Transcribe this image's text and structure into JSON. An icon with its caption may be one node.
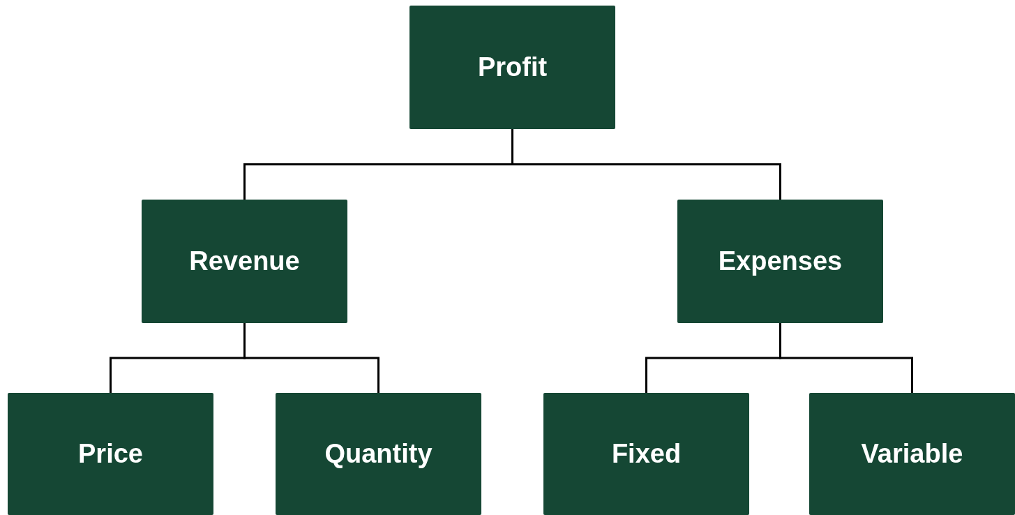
{
  "diagram": {
    "nodes": [
      {
        "text": [
          "Profit"
        ]
      },
      {
        "text": [
          "Revenue"
        ]
      },
      {
        "text": [
          "Expenses"
        ]
      },
      {
        "text": [
          "Price"
        ]
      },
      {
        "text": [
          "Quantity"
        ]
      },
      {
        "text": [
          "Fixed"
        ]
      },
      {
        "text": [
          "Variable"
        ]
      }
    ],
    "edges": [
      {
        "from": 0,
        "to": 1,
        "arrow": "none"
      },
      {
        "from": 0,
        "to": 2,
        "arrow": "none"
      },
      {
        "from": 1,
        "to": 3,
        "arrow": "none"
      },
      {
        "from": 1,
        "to": 4,
        "arrow": "none"
      },
      {
        "from": 2,
        "to": 5,
        "arrow": "none"
      },
      {
        "from": 2,
        "to": 6,
        "arrow": "none"
      }
    ]
  }
}
